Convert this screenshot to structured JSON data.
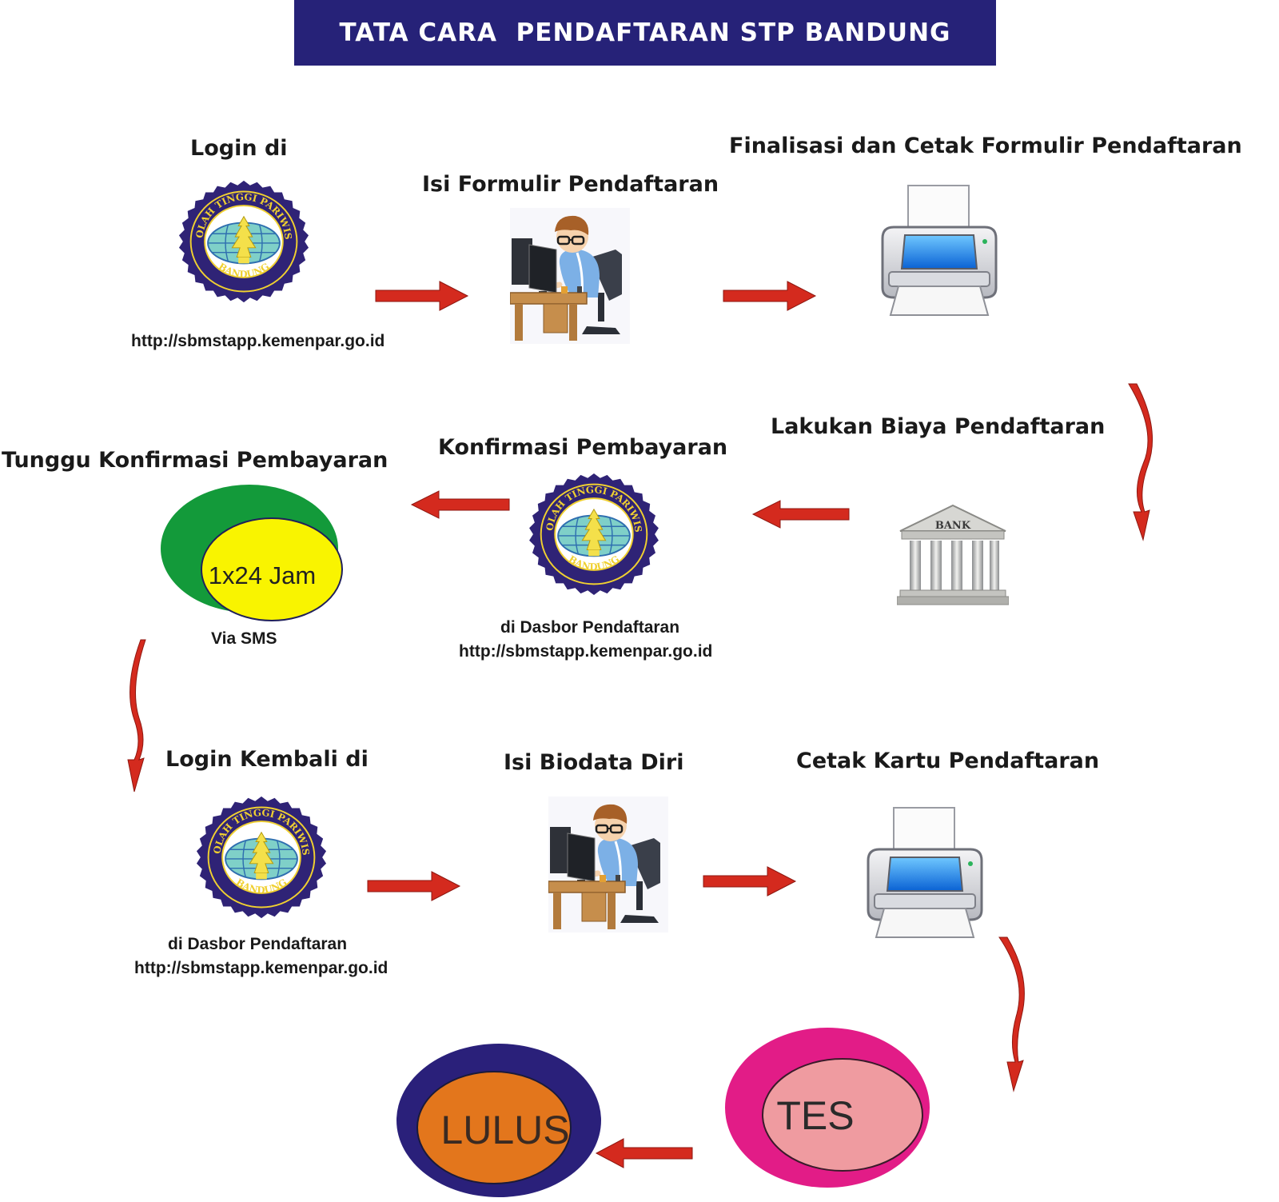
{
  "title": "TATA CARA  PENDAFTARAN STP BANDUNG",
  "colors": {
    "banner": "#262278",
    "arrow": "#d42a1e",
    "seal_ring": "#2f2376",
    "seal_text": "#f0d030",
    "green": "#139a3a",
    "yellow": "#f9f400",
    "navy": "#2a207a",
    "orange": "#e3761c",
    "magenta": "#e21c87",
    "pink": "#ef9ba0"
  },
  "logo": {
    "arc_top": "SEKOLAH TINGGI PARIWISATA",
    "arc_bottom": "BANDUNG"
  },
  "steps": {
    "login": {
      "label": "Login di",
      "url": "http://sbmstapp.kemenpar.go.id",
      "icon": "stp-logo-icon"
    },
    "form": {
      "label": "Isi Formulir Pendaftaran",
      "icon": "user-at-computer-icon"
    },
    "finalize": {
      "label": "Finalisasi dan Cetak Formulir Pendaftaran",
      "icon": "printer-icon"
    },
    "pay": {
      "label": "Lakukan Biaya Pendaftaran",
      "icon": "bank-icon",
      "bank_text": "BANK"
    },
    "confirm": {
      "label": "Konfirmasi Pembayaran",
      "note": "di Dasbor Pendaftaran",
      "url": "http://sbmstapp.kemenpar.go.id",
      "icon": "stp-logo-icon"
    },
    "wait": {
      "label": "Tunggu Konfirmasi Pembayaran",
      "inner_text": "1x24 Jam",
      "note": "Via SMS"
    },
    "relogin": {
      "label": "Login Kembali di",
      "note": "di Dasbor Pendaftaran",
      "url": "http://sbmstapp.kemenpar.go.id",
      "icon": "stp-logo-icon"
    },
    "biodata": {
      "label": "Isi Biodata Diri",
      "icon": "user-at-computer-icon"
    },
    "card": {
      "label": "Cetak Kartu Pendaftaran",
      "icon": "printer-icon"
    },
    "test": {
      "inner_text": "TES"
    },
    "pass": {
      "inner_text": "LULUS"
    }
  }
}
